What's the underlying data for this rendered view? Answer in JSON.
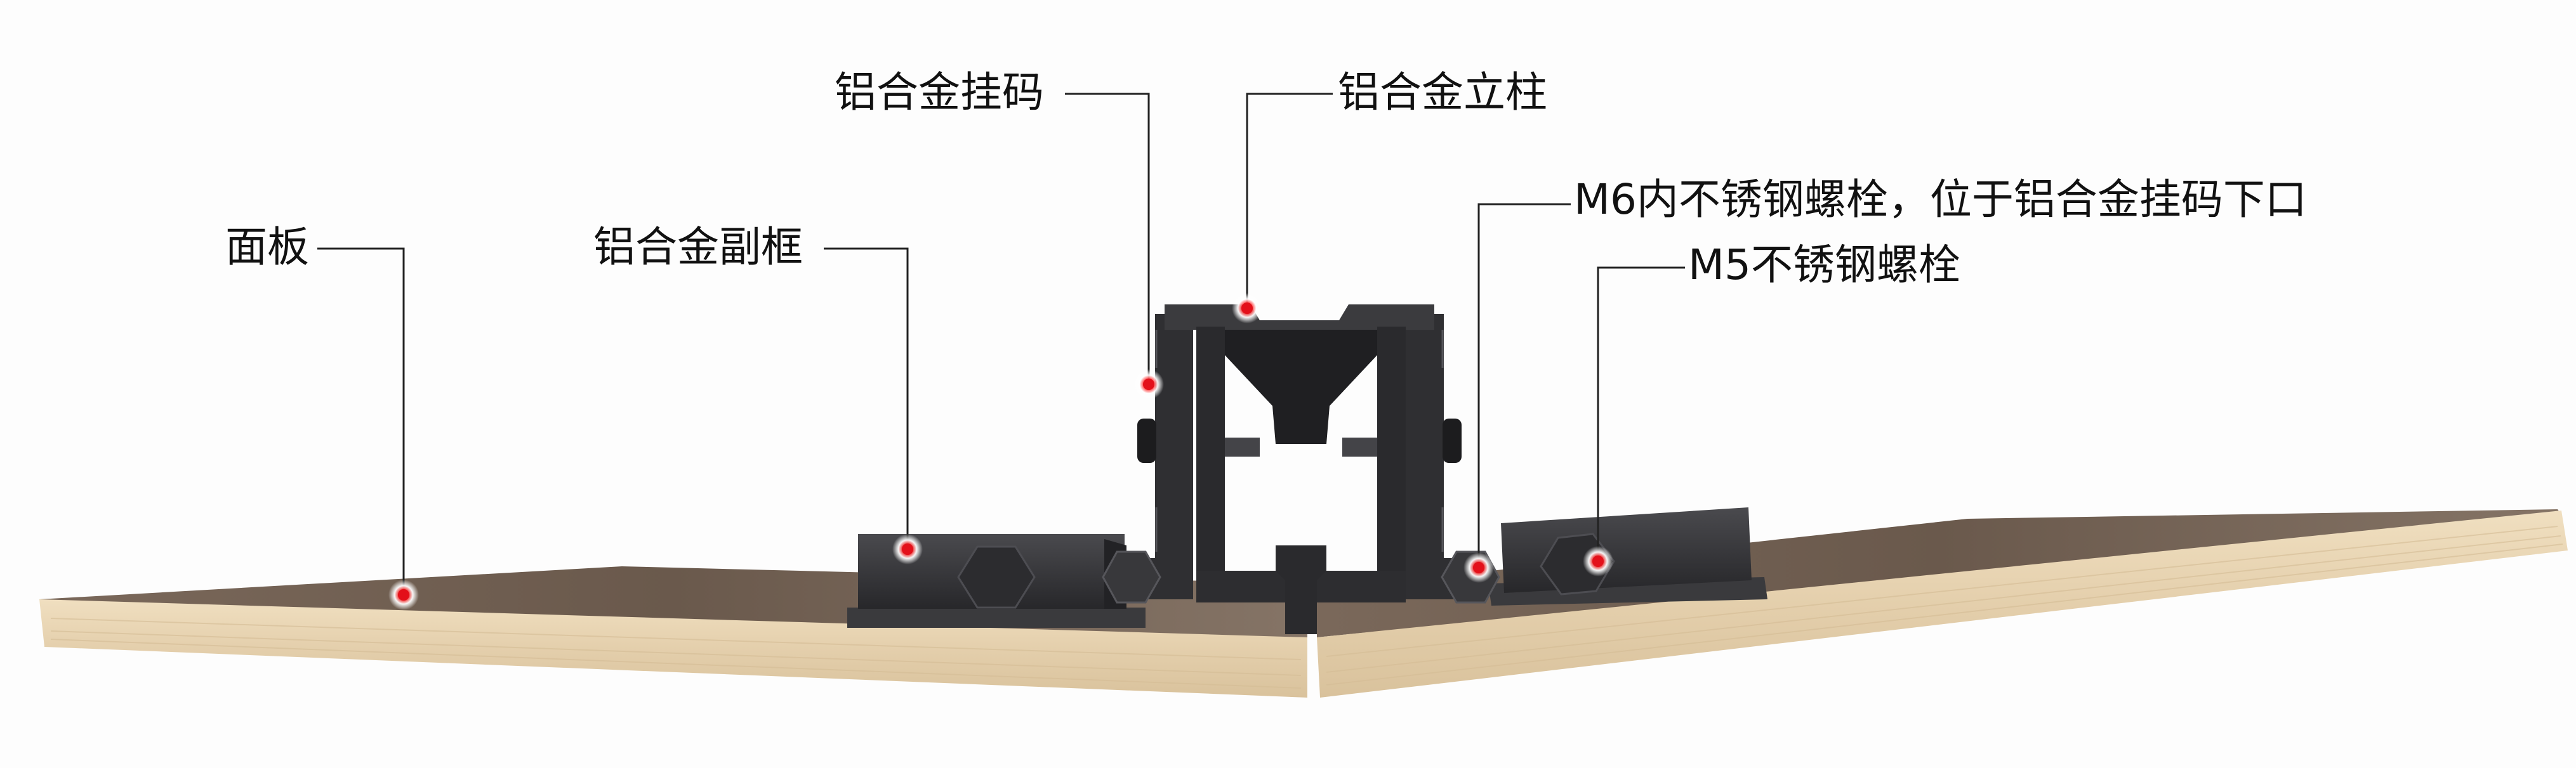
{
  "labels": {
    "panel": "面板",
    "subframe": "铝合金副框",
    "hanger": "铝合金挂码",
    "column": "铝合金立柱",
    "m6_bolt": "M6内不锈钢螺栓，位于铝合金挂码下口",
    "m5_bolt": "M5不锈钢螺栓"
  },
  "colors": {
    "background": "#fdfdfd",
    "panel_top": "#6e5d50",
    "panel_edge": "#e6d3b2",
    "aluminum_dark": "#2e2e31",
    "aluminum_mid": "#3a3a3d",
    "marker": "#e3101a",
    "leader": "#222222",
    "text": "#111111"
  }
}
